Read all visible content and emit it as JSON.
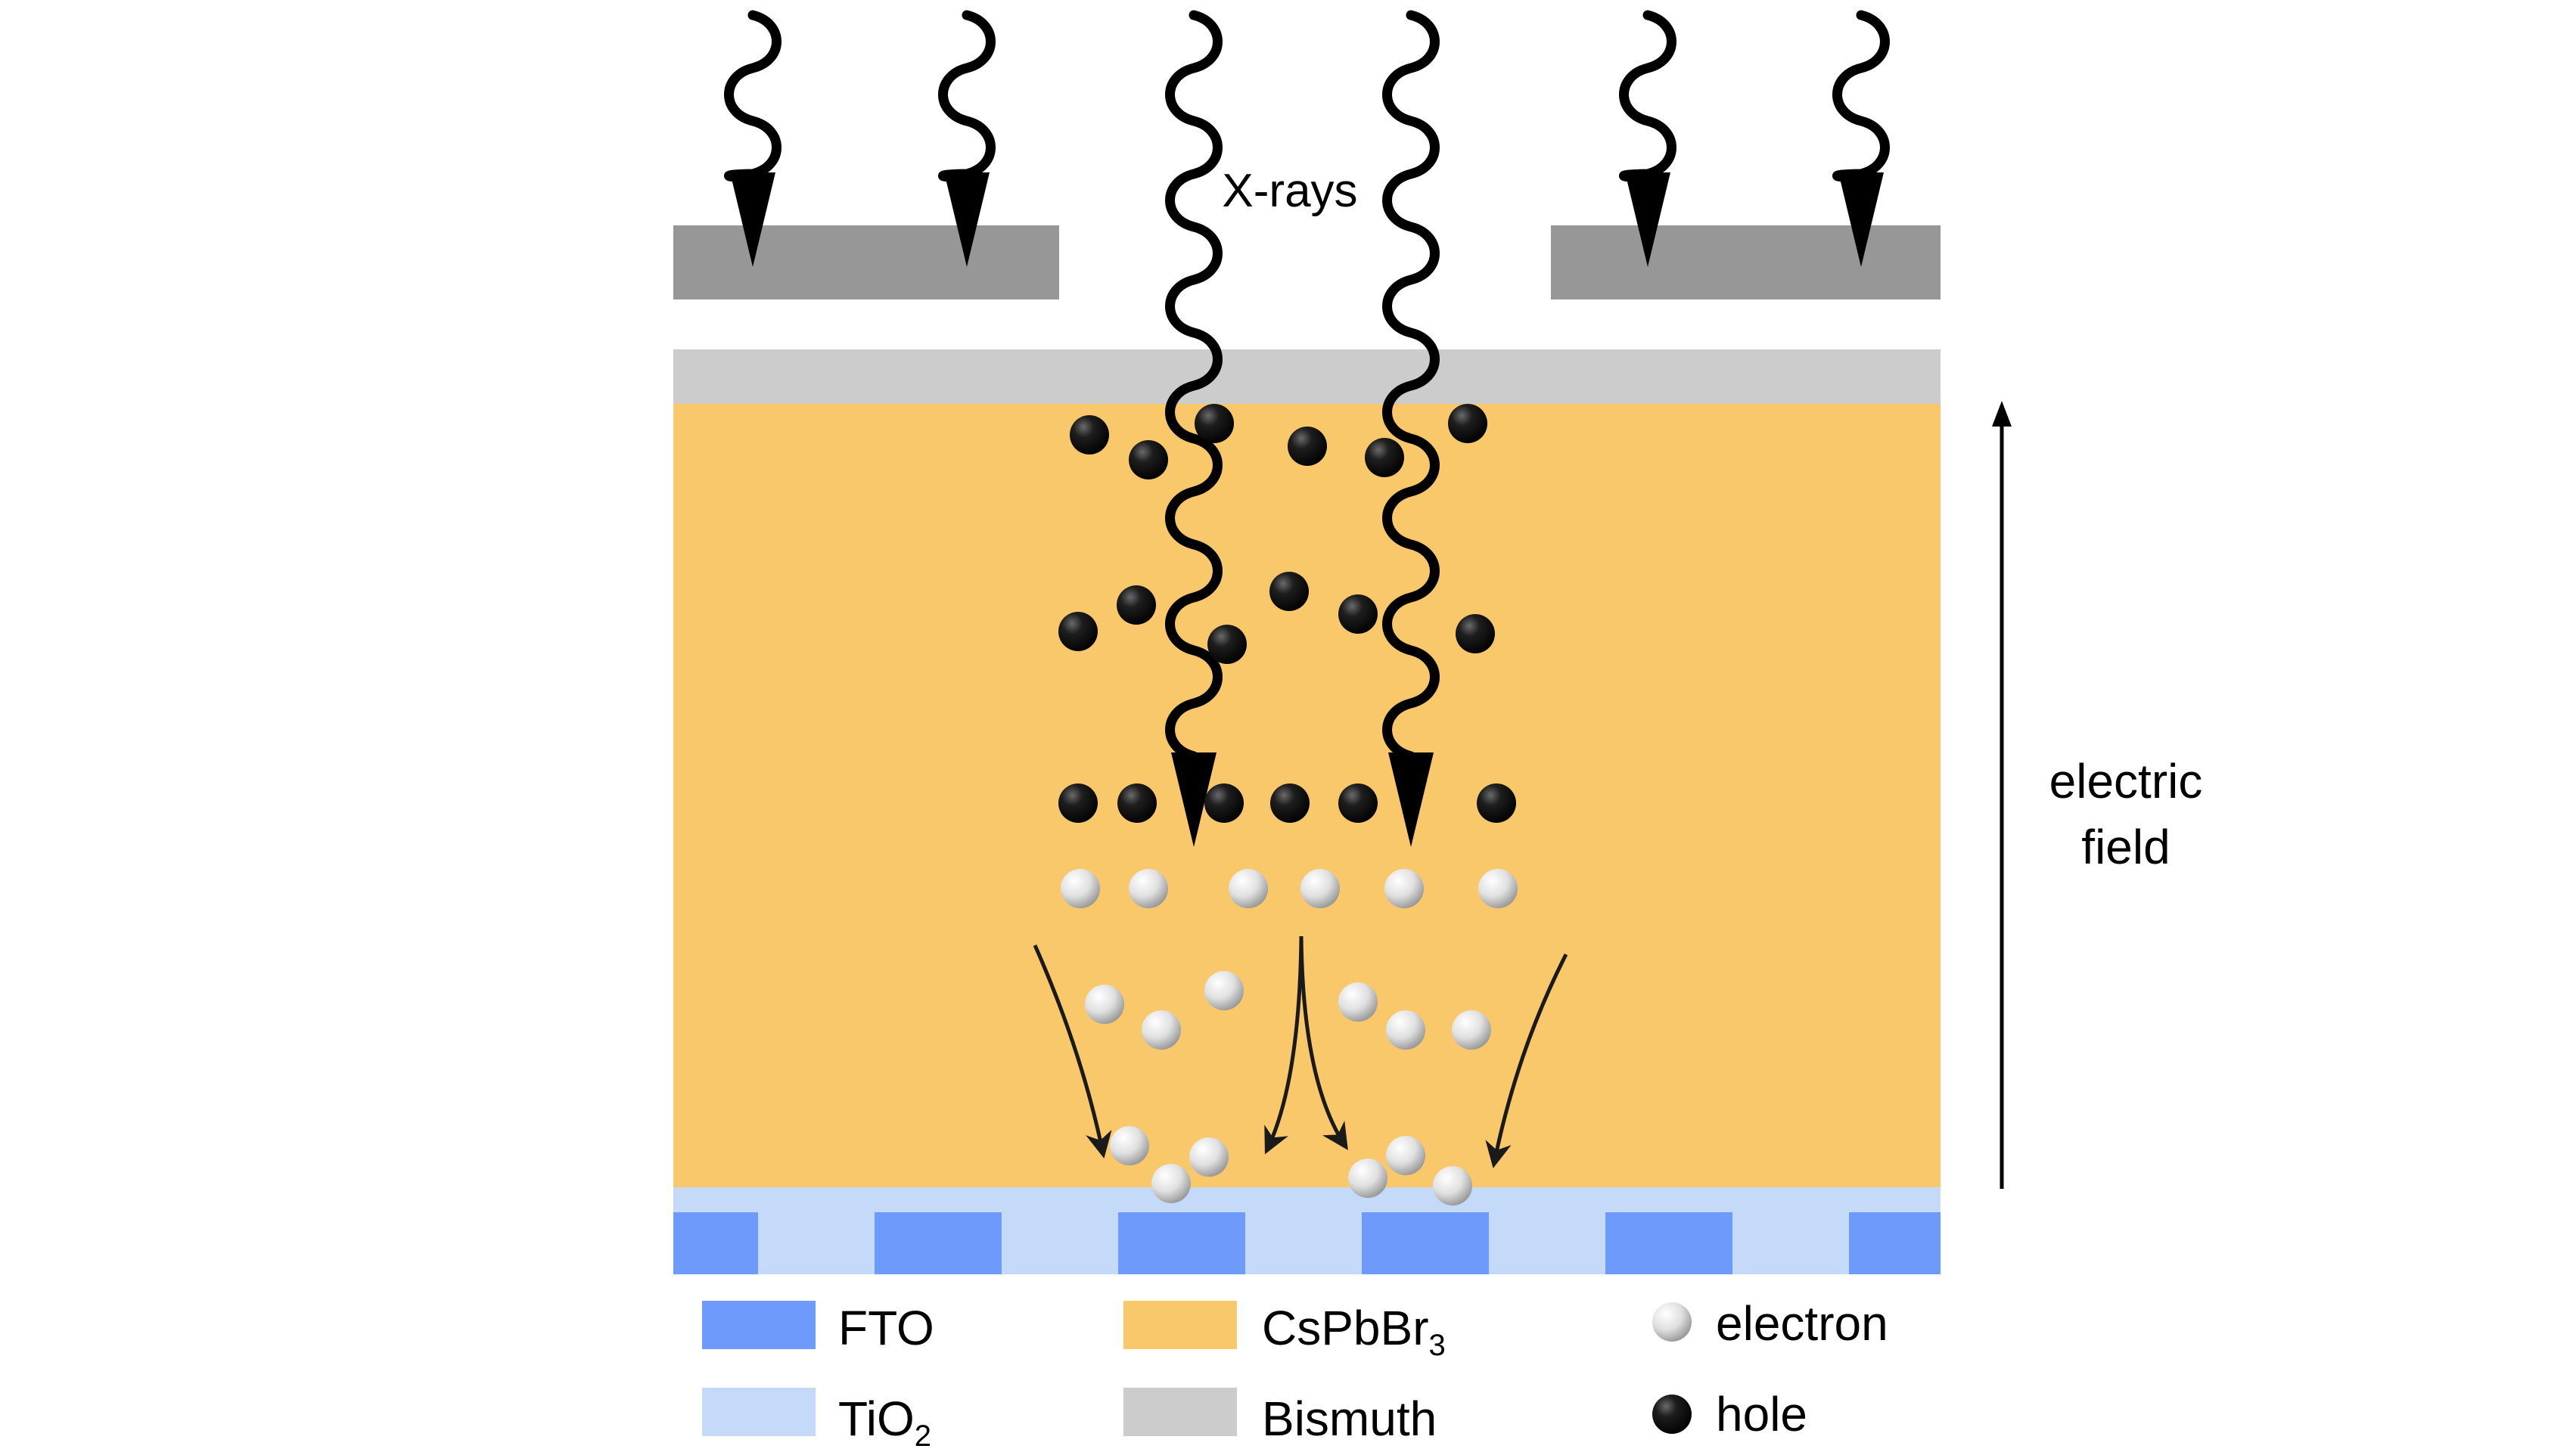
{
  "labels": {
    "xrays": "X-rays",
    "field_line1": "electric",
    "field_line2": "field"
  },
  "legend": {
    "fto": "FTO",
    "tio2_base": "TiO",
    "tio2_sub": "2",
    "cspbbr3_base": "CsPbBr",
    "cspbbr3_sub": "3",
    "bismuth": "Bismuth",
    "electron": "electron",
    "hole": "hole"
  },
  "colors": {
    "fto": "#6e9bfb",
    "tio2": "#c5daf9",
    "cspbbr3": "#f9c86a",
    "bismuth": "#cccccc",
    "mask": "#979797",
    "hole": "#111111",
    "electron": "#e4e4e4"
  }
}
